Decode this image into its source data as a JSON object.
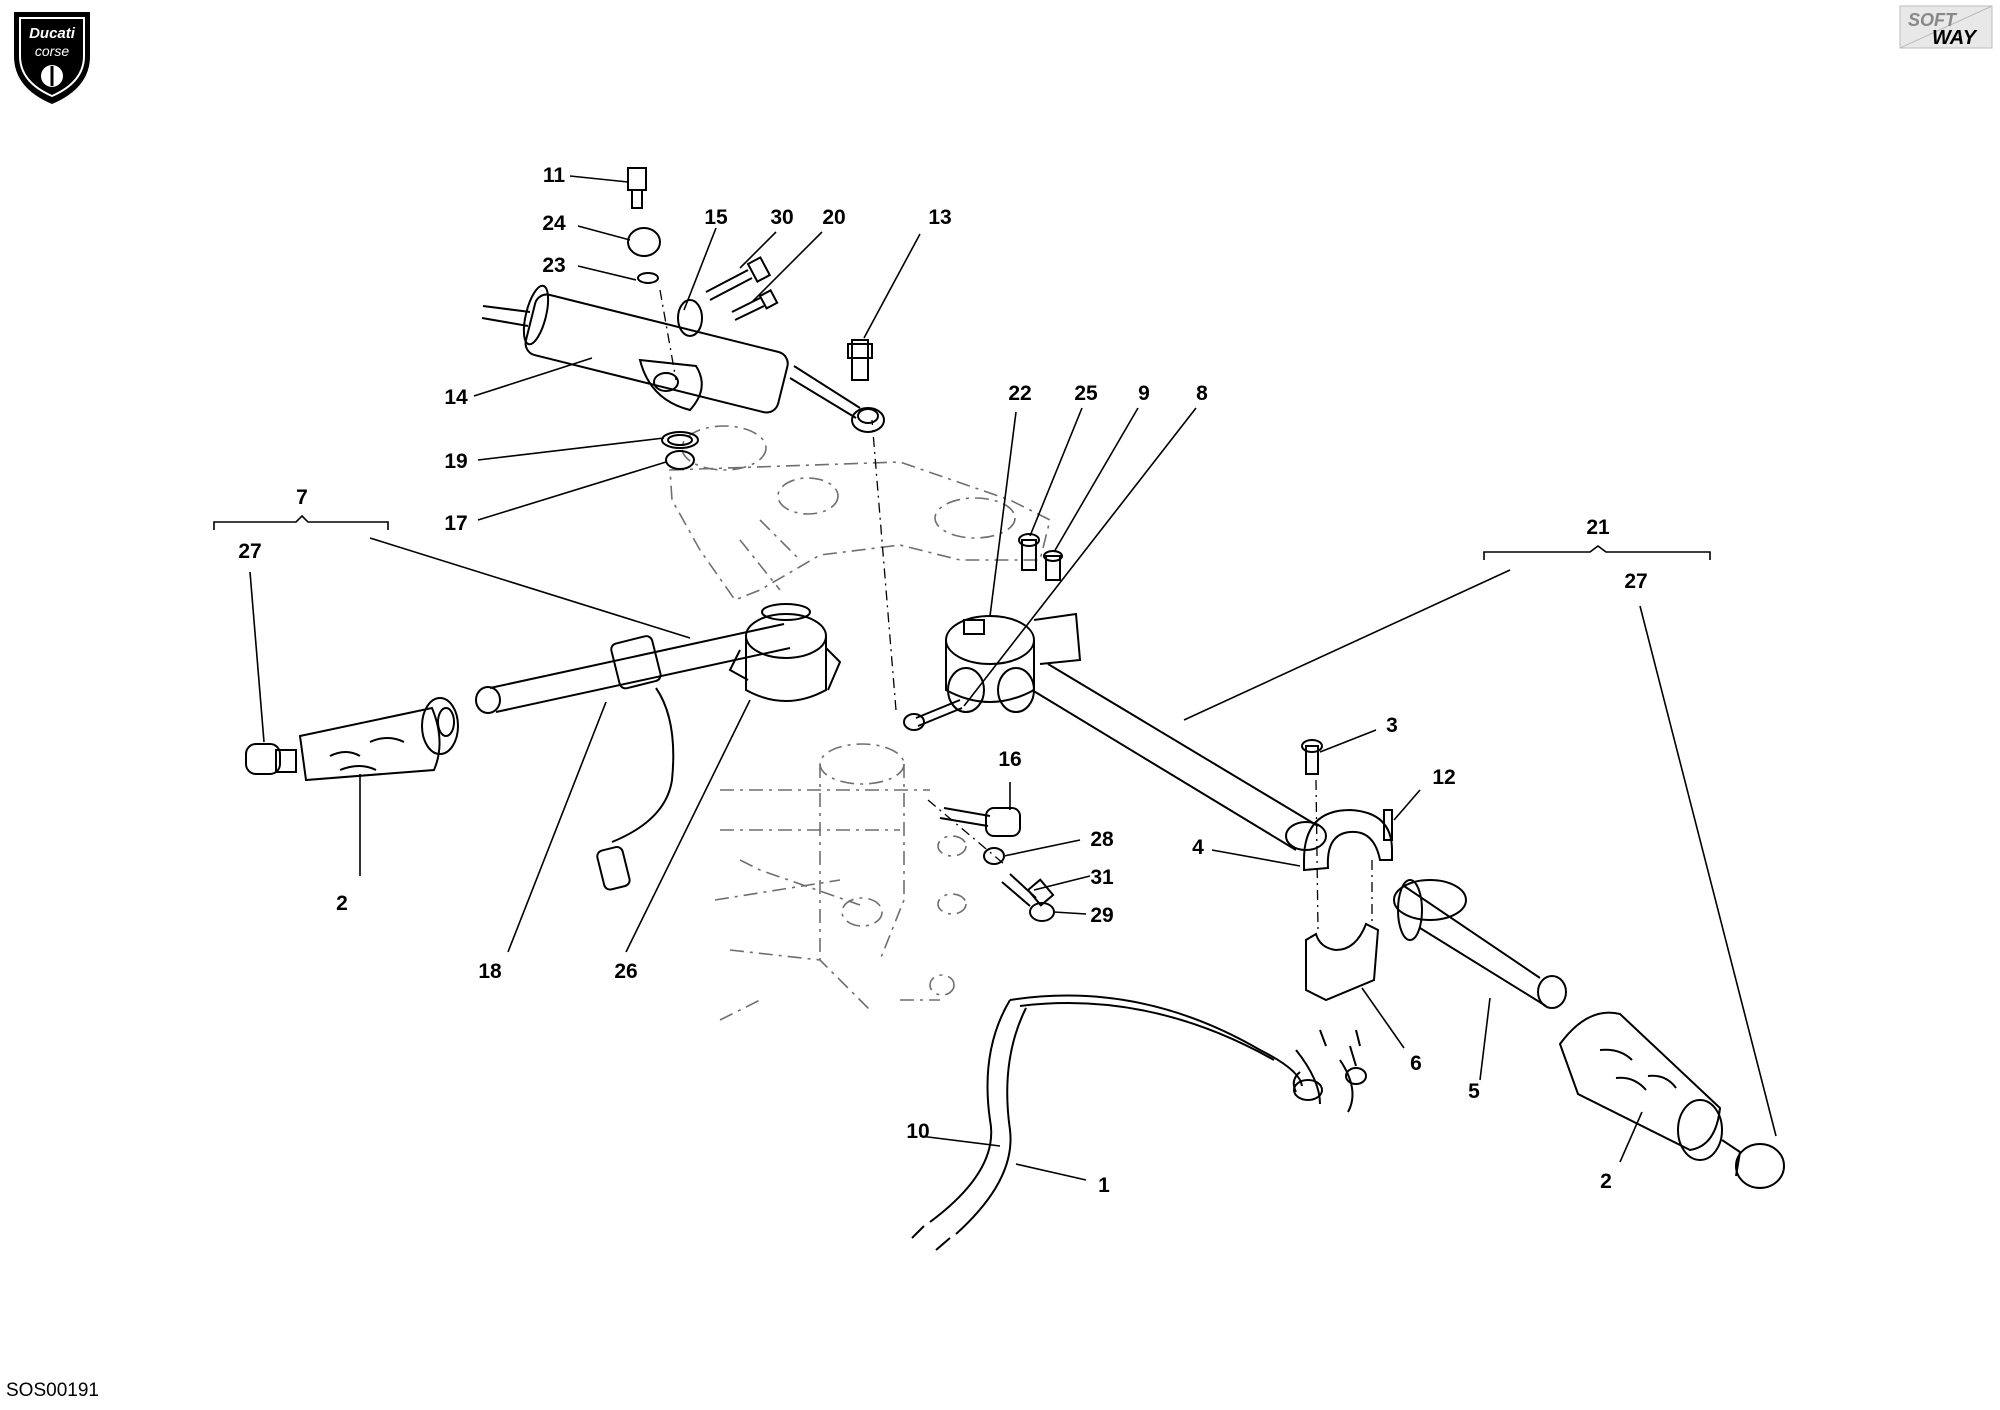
{
  "logos": {
    "left_name": "ducati-corse-logo",
    "left_text_1": "Ducati",
    "left_text_2": "corse",
    "right_name": "softway-logo",
    "right_text_1": "SOFT",
    "right_text_2": "WAY"
  },
  "document_code": "SOS00191",
  "callouts": {
    "c11": "11",
    "c24": "24",
    "c23": "23",
    "c15": "15",
    "c30": "30",
    "c20": "20",
    "c13": "13",
    "c14": "14",
    "c19": "19",
    "c17": "17",
    "c22": "22",
    "c25": "25",
    "c9": "9",
    "c8": "8",
    "c7": "7",
    "c27_left": "27",
    "c21": "21",
    "c27_right": "27",
    "c3": "3",
    "c12": "12",
    "c4": "4",
    "c16": "16",
    "c28": "28",
    "c31": "31",
    "c29": "29",
    "c2_left": "2",
    "c18": "18",
    "c26": "26",
    "c6": "6",
    "c5": "5",
    "c10": "10",
    "c1": "1",
    "c2_right": "2"
  },
  "colors": {
    "line": "#000000",
    "ghost": "#6f6f6f",
    "background": "#ffffff"
  }
}
